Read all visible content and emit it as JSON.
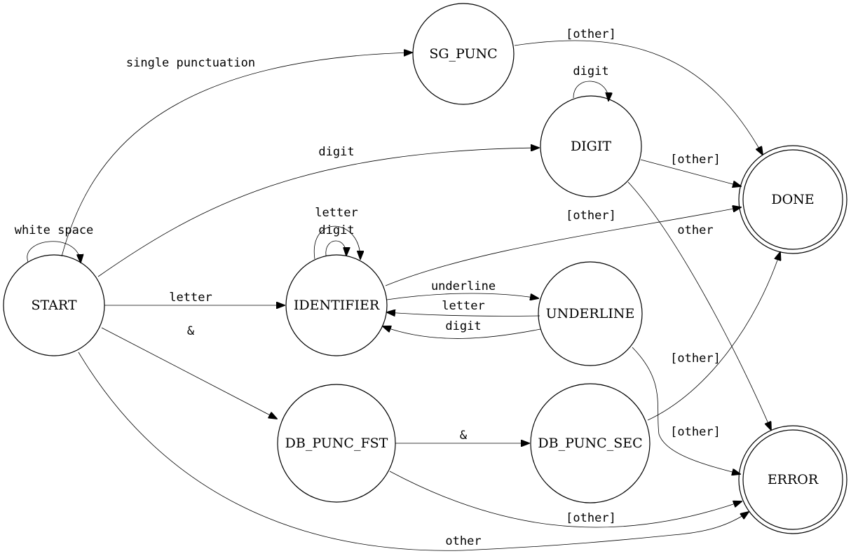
{
  "nodes": {
    "start": "START",
    "sg_punc": "SG_PUNC",
    "digit": "DIGIT",
    "identifier": "IDENTIFIER",
    "underline": "UNDERLINE",
    "db_punc_fst": "DB_PUNC_FST",
    "db_punc_sec": "DB_PUNC_SEC",
    "done": "DONE",
    "error": "ERROR"
  },
  "edges": {
    "start_self": "white space",
    "start_sg_punc": "single punctuation",
    "start_digit": "digit",
    "start_identifier": "letter",
    "start_db_punc_fst": "&",
    "start_error": "other",
    "sg_punc_done": "[other]",
    "digit_self": "digit",
    "digit_done": "[other]",
    "digit_error": "other",
    "identifier_self_letter": "letter",
    "identifier_self_digit": "digit",
    "identifier_done": "[other]",
    "identifier_underline": "underline",
    "underline_identifier_letter": "letter",
    "underline_identifier_digit": "digit",
    "underline_error": "[other]",
    "db_punc_fst_db_punc_sec": "&",
    "db_punc_fst_error": "[other]",
    "db_punc_sec_done": "[other]"
  }
}
